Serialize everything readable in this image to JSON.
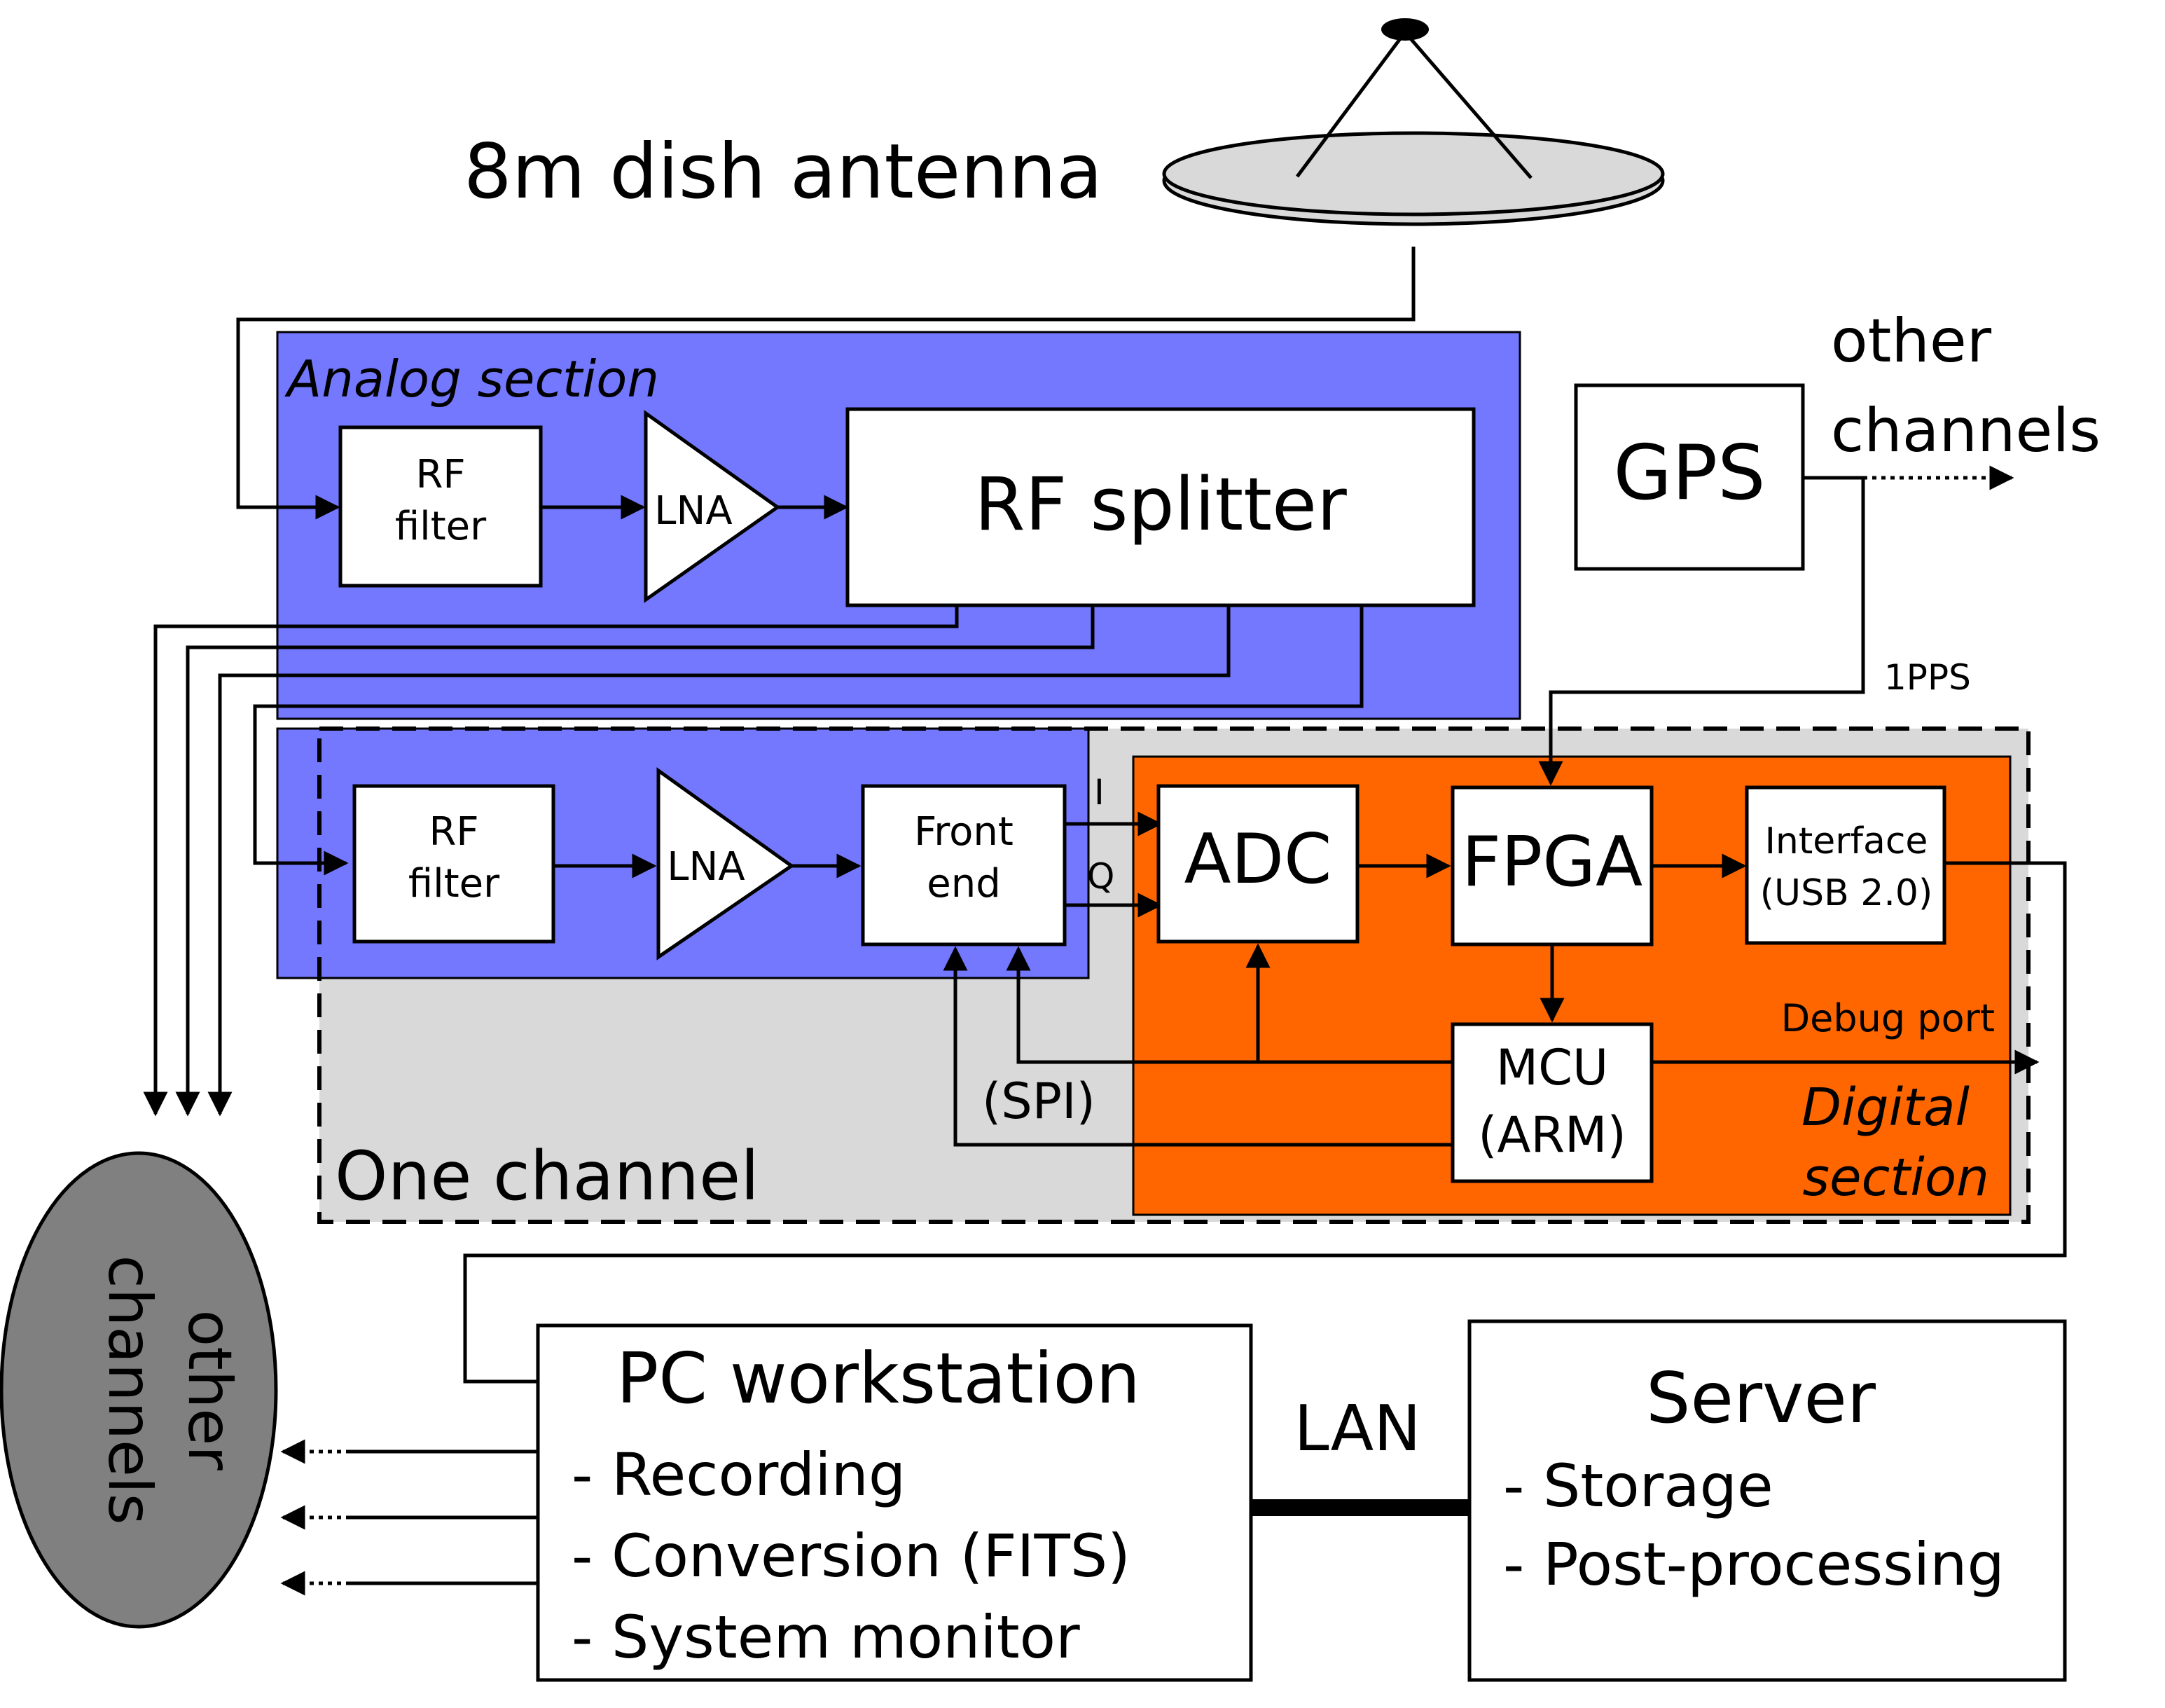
{
  "antenna": {
    "label": "8m dish antenna"
  },
  "analog_section": {
    "title": "Analog section",
    "color": "#7378FF",
    "rf_filter": {
      "line1": "RF",
      "line2": "filter"
    },
    "lna": {
      "label": "LNA"
    },
    "rf_splitter": {
      "label": "RF splitter"
    }
  },
  "gps": {
    "label": "GPS"
  },
  "other_channels_top": {
    "line1": "other",
    "line2": "channels"
  },
  "pps_label": "1PPS",
  "one_channel": {
    "title": "One channel",
    "background": "#D9D9D9",
    "rf_filter": {
      "line1": "RF",
      "line2": "filter"
    },
    "lna": {
      "label": "LNA"
    },
    "front_end": {
      "line1": "Front",
      "line2": "end"
    },
    "i_label": "I",
    "q_label": "Q",
    "spi_label": "(SPI)"
  },
  "digital_section": {
    "title_line1": "Digital",
    "title_line2": "section",
    "color": "#FF6600",
    "adc": {
      "label": "ADC"
    },
    "fpga": {
      "label": "FPGA"
    },
    "interface": {
      "line1": "Interface",
      "line2": "(USB 2.0)"
    },
    "mcu": {
      "line1": "MCU",
      "line2": "(ARM)"
    },
    "debug_port": "Debug port"
  },
  "other_channels_ellipse": {
    "line1": "other",
    "line2": "channels",
    "color": "#808080"
  },
  "pc_workstation": {
    "title": "PC workstation",
    "items": [
      "- Recording",
      "- Conversion (FITS)",
      "- System monitor"
    ]
  },
  "lan_label": "LAN",
  "server": {
    "title": "Server",
    "items": [
      "- Storage",
      "- Post-processing"
    ]
  }
}
